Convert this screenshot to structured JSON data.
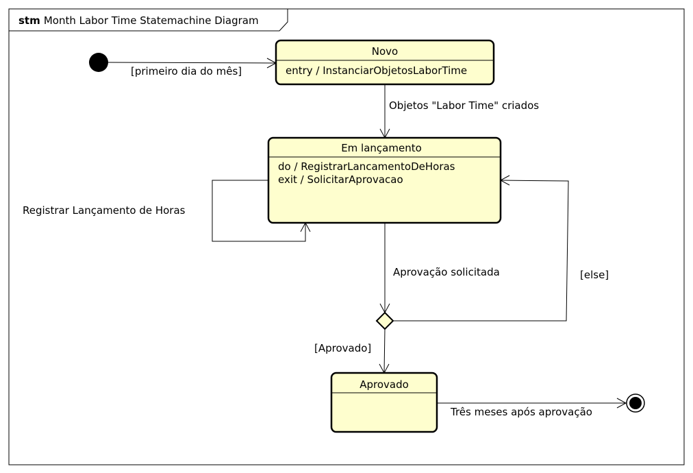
{
  "frame": {
    "keyword": "stm",
    "name": "Month Labor Time Statemachine Diagram"
  },
  "colors": {
    "state_fill": "#fefece",
    "stroke": "#000000",
    "background": "#ffffff"
  },
  "states": {
    "novo": {
      "name": "Novo",
      "activities": [
        "entry / InstanciarObjetosLaborTime"
      ]
    },
    "em_lancamento": {
      "name": "Em lançamento",
      "activities": [
        "do / RegistrarLancamentoDeHoras",
        "exit / SolicitarAprovacao"
      ]
    },
    "aprovado": {
      "name": "Aprovado",
      "activities": []
    }
  },
  "transitions": {
    "initial_to_novo": "[primeiro dia do mês]",
    "novo_to_em_lancamento": "Objetos \"Labor Time\" criados",
    "self_loop": "Registrar Lançamento de Horas",
    "em_lancamento_to_choice": "Aprovação solicitada",
    "choice_else": "[else]",
    "choice_aprovado": "[Aprovado]",
    "aprovado_to_final": "Três meses após aprovação"
  }
}
